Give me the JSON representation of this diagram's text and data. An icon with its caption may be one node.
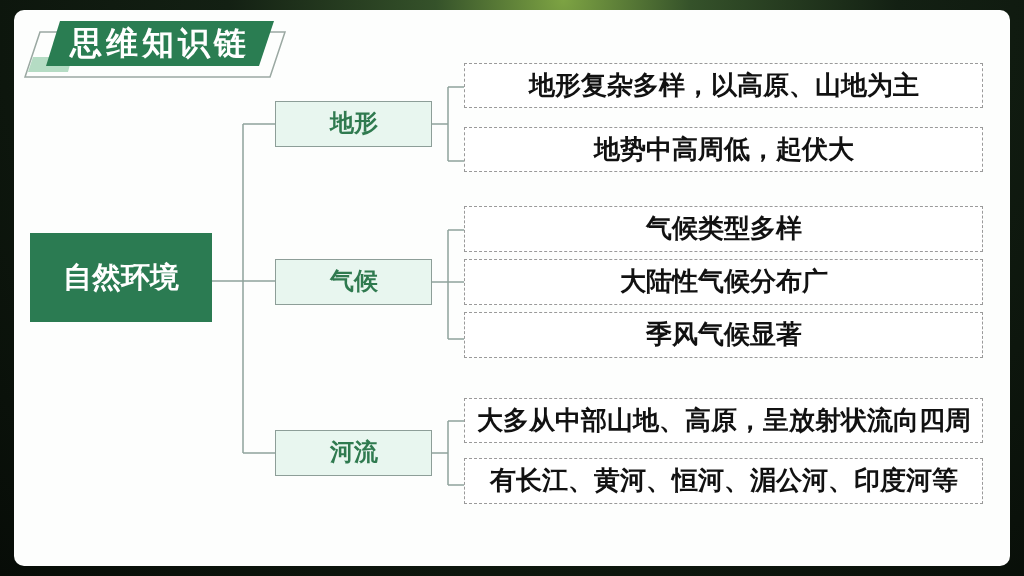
{
  "diagram": {
    "title": "思维知识链",
    "nodes": [
      {
        "text": [
          "自然环境"
        ]
      },
      {
        "text": [
          "地形"
        ]
      },
      {
        "text": [
          "地形复杂多样，以高原、山地为主"
        ]
      },
      {
        "text": [
          "地势中高周低，起伏大"
        ]
      },
      {
        "text": [
          "气候"
        ]
      },
      {
        "text": [
          "气候类型多样"
        ]
      },
      {
        "text": [
          "大陆性气候分布广"
        ]
      },
      {
        "text": [
          "季风气候显著"
        ]
      },
      {
        "text": [
          "河流"
        ]
      },
      {
        "text": [
          "大多从中部山地、高原，呈放射状流向四周"
        ]
      },
      {
        "text": [
          "有长江、黄河、恒河、湄公河、印度河等"
        ]
      }
    ],
    "edges": [
      {
        "from": 0,
        "to": 1,
        "arrow": "none"
      },
      {
        "from": 0,
        "to": 4,
        "arrow": "none"
      },
      {
        "from": 0,
        "to": 8,
        "arrow": "none"
      },
      {
        "from": 1,
        "to": 2,
        "arrow": "none"
      },
      {
        "from": 1,
        "to": 3,
        "arrow": "none"
      },
      {
        "from": 4,
        "to": 5,
        "arrow": "none"
      },
      {
        "from": 4,
        "to": 6,
        "arrow": "none"
      },
      {
        "from": 4,
        "to": 7,
        "arrow": "none"
      },
      {
        "from": 8,
        "to": 9,
        "arrow": "none"
      },
      {
        "from": 8,
        "to": 10,
        "arrow": "none"
      }
    ]
  }
}
